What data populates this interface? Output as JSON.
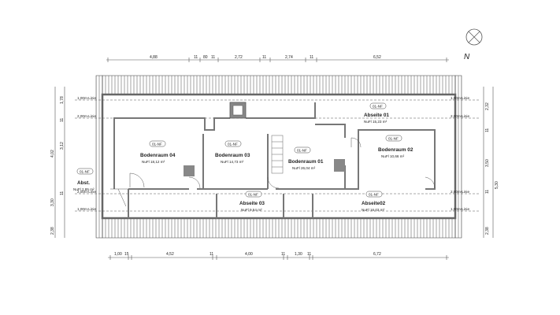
{
  "compass": {
    "north_label": "N",
    "icon": "compass-icon"
  },
  "dimensions_top": [
    "4,88",
    "11",
    "80",
    "11",
    "2,72",
    "11",
    "2,74",
    "11",
    "6,52"
  ],
  "dimensions_bottom": [
    "1,00",
    "15",
    "4,52",
    "11",
    "4,00",
    "11",
    "1,30",
    "11",
    "6,72"
  ],
  "dimensions_left": [
    "1,78",
    "11",
    "3,12",
    "4,02",
    "11",
    "3,30",
    "2,38"
  ],
  "dimensions_right": [
    "2,32",
    "11",
    "3,50",
    "11",
    "5,30",
    "2,38"
  ],
  "level_lines": {
    "left": [
      "1,00m-Linie",
      "2,00m-Linie",
      "2,00m-Linie",
      "1,00m-Linie"
    ],
    "right": [
      "1,00m-Linie",
      "2,00m-Linie",
      "2,00m-Linie",
      "1,00m-Linie"
    ]
  },
  "rooms": [
    {
      "code": "01-NF",
      "name": "Abseite 01",
      "area": "NuFl 15,23 m²"
    },
    {
      "code": "01-NF",
      "name": "Bodenraum 04",
      "area": "NuFl 18,12 m²"
    },
    {
      "code": "01-NF",
      "name": "Bodenraum 03",
      "area": "NuFl 14,73 m²"
    },
    {
      "code": "01-NF",
      "name": "Bodenraum 01",
      "area": "NuFl 26,04 m²"
    },
    {
      "code": "01-NF",
      "name": "Bodenraum 02",
      "area": "NuFl 10,66 m²"
    },
    {
      "code": "01-NF",
      "name": "Abst.",
      "area": "NuFl 2,85 m²"
    },
    {
      "code": "01-NF",
      "name": "Abseite 03",
      "area": "NuFl 9,54 m²"
    },
    {
      "code": "01-NF",
      "name": "Abseite02",
      "area": "NuFl 16,03 m²"
    }
  ],
  "colors": {
    "wall": "#777777",
    "line": "#444444",
    "hatch": "#999999"
  }
}
